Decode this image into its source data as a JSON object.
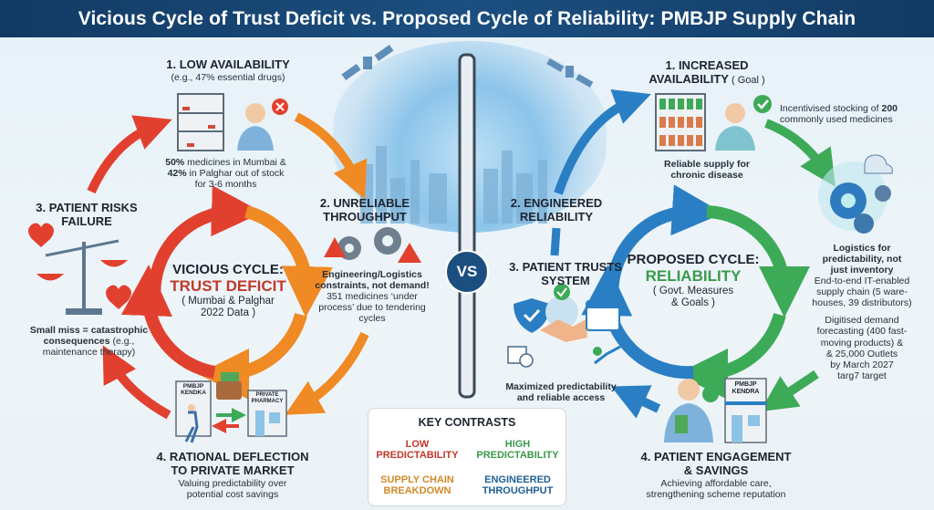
{
  "title": "Vicious Cycle of Trust Deficit vs. Proposed Cycle of Reliability: PMBJP Supply Chain",
  "vs": "VS",
  "colors": {
    "header": "#1b4f80",
    "red": "#e2402f",
    "orange": "#f08a24",
    "blue": "#2a7fc4",
    "green": "#3daa57",
    "trust_deficit": "#c0392b",
    "reliability": "#3a9a4a"
  },
  "vicious": {
    "center_title": "VICIOUS CYCLE:",
    "center_name": "TRUST DEFICIT",
    "center_sub1": "( Mumbai & Palghar",
    "center_sub2": "2022 Data )",
    "step1": {
      "title": "1. LOW AVAILABILITY",
      "sub": "(e.g., 47% essential drugs)",
      "detail_b1": "50%",
      "detail_t1": " medicines in Mumbai &",
      "detail_b2": "42%",
      "detail_t2": " in Palghar out of stock",
      "detail_t3": "for 3-6 months"
    },
    "step2": {
      "title1": "2. UNRELIABLE",
      "title2": "THROUGHPUT",
      "bold1": "Engineering/Logistics",
      "bold2": "constraints, not demand!",
      "detail1": "351 medicines ‘under",
      "detail2": "process’ due to tendering",
      "detail3": "cycles"
    },
    "step3": {
      "title1": "3. PATIENT RISKS",
      "title2": "FAILURE",
      "bold1": "Small miss = catastrophic",
      "bold2": "consequences",
      "detail2": " (e.g.,",
      "detail3": "maintenance therapy)"
    },
    "step4": {
      "title1": "4. RATIONAL DEFLECTION",
      "title2": "TO PRIVATE MARKET",
      "detail1": "Valuing predictability over",
      "detail2": "potential cost savings",
      "kendra_sign1": "PMBJP",
      "kendra_sign2": "KENDKA",
      "pharmacy_sign1": "PRIVATE",
      "pharmacy_sign2": "PHARMACY"
    }
  },
  "proposed": {
    "center_title": "PROPOSED CYCLE:",
    "center_name": "RELIABILITY",
    "center_sub1": "( Govt. Measures",
    "center_sub2": "& Goals )",
    "step1": {
      "title1": "1. INCREASED",
      "title2": "AVAILABILITY",
      "goal": " ( Goal )",
      "side1": "Incentivised stocking of ",
      "side1_b": "200",
      "side2": "commonly used medicines",
      "detail1": "Reliable supply for",
      "detail2": "chronic disease"
    },
    "logistics": {
      "bold1": "Logistics for",
      "bold2": "predictability, not",
      "bold3": "just inventory",
      "d1": "End-to-end IT-enabled",
      "d2": "supply chain  (5 ware-",
      "d3": "houses, 39 distributors)",
      "e1": "Digitised demand",
      "e2": "forecasting (400 fast-",
      "e3": "moving products) &",
      "e4": "& 25,000 Outlets",
      "e5": "by March 2027",
      "e6": "targ7 target"
    },
    "step2": {
      "title1": "2. ENGINEERED",
      "title2": "RELIABILITY"
    },
    "step3": {
      "title1": "3. PATIENT TRUSTS",
      "title2": "SYSTEM",
      "detail1": "Maximized predictability",
      "detail2": "and reliable access"
    },
    "step4": {
      "title1": "4. PATIENT ENGAGEMENT",
      "title2": "& SAVINGS",
      "detail1": "Achieving affordable care,",
      "detail2": "strengthening scheme reputation",
      "sign1": "PMBJP",
      "sign2": "KENDRA"
    }
  },
  "key": {
    "title": "KEY CONTRASTS",
    "low1": "LOW",
    "low2": "PREDICTABILITY",
    "high1": "HIGH",
    "high2": "PREDICTABILITY",
    "sc1": "SUPPLY CHAIN",
    "sc2": "BREAKDOWN",
    "et1": "ENGINEERED",
    "et2": "THROUGHPUT"
  }
}
